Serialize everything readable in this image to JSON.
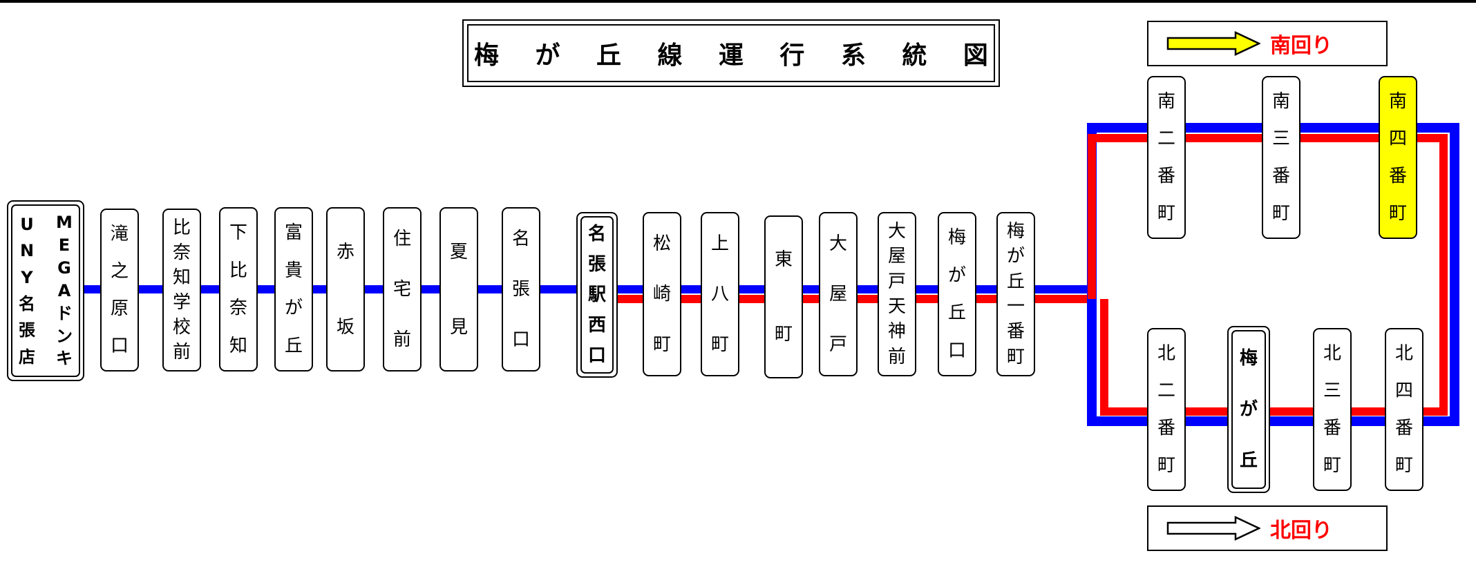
{
  "title": "梅が丘線運行系統図",
  "title_chars": [
    "梅",
    "が",
    "丘",
    "線",
    "運",
    "行",
    "系",
    "統",
    "図"
  ],
  "colors": {
    "blue_route": "#0000ff",
    "red_route": "#ff0000",
    "highlight": "#ffff00",
    "south_arrow": "#ffff00",
    "north_arrow": "#ffffff"
  },
  "legend": {
    "south": {
      "label": "南回り",
      "arrow_icon": "yellow-right-arrow"
    },
    "north": {
      "label": "北回り",
      "arrow_icon": "white-right-arrow"
    }
  },
  "terminal": {
    "columns": [
      "UNY名張店",
      "MEGAドンキ"
    ]
  },
  "stations_line": [
    "滝之原口",
    "比奈知学校前",
    "下比奈知",
    "富貴が丘",
    "赤坂",
    "住宅前",
    "夏見",
    "名張口",
    "名張駅西口",
    "松崎町",
    "上八町",
    "東町",
    "大屋戸",
    "大屋戸天神前",
    "梅が丘口",
    "梅が丘一番町"
  ],
  "stations_loop_top": [
    "南二番町",
    "南三番町",
    "南四番町"
  ],
  "stations_loop_bottom": [
    "北二番町",
    "梅が丘",
    "北三番町",
    "北四番町"
  ],
  "major_stations": [
    "名張駅西口",
    "梅が丘"
  ],
  "highlighted_station": "南四番町"
}
